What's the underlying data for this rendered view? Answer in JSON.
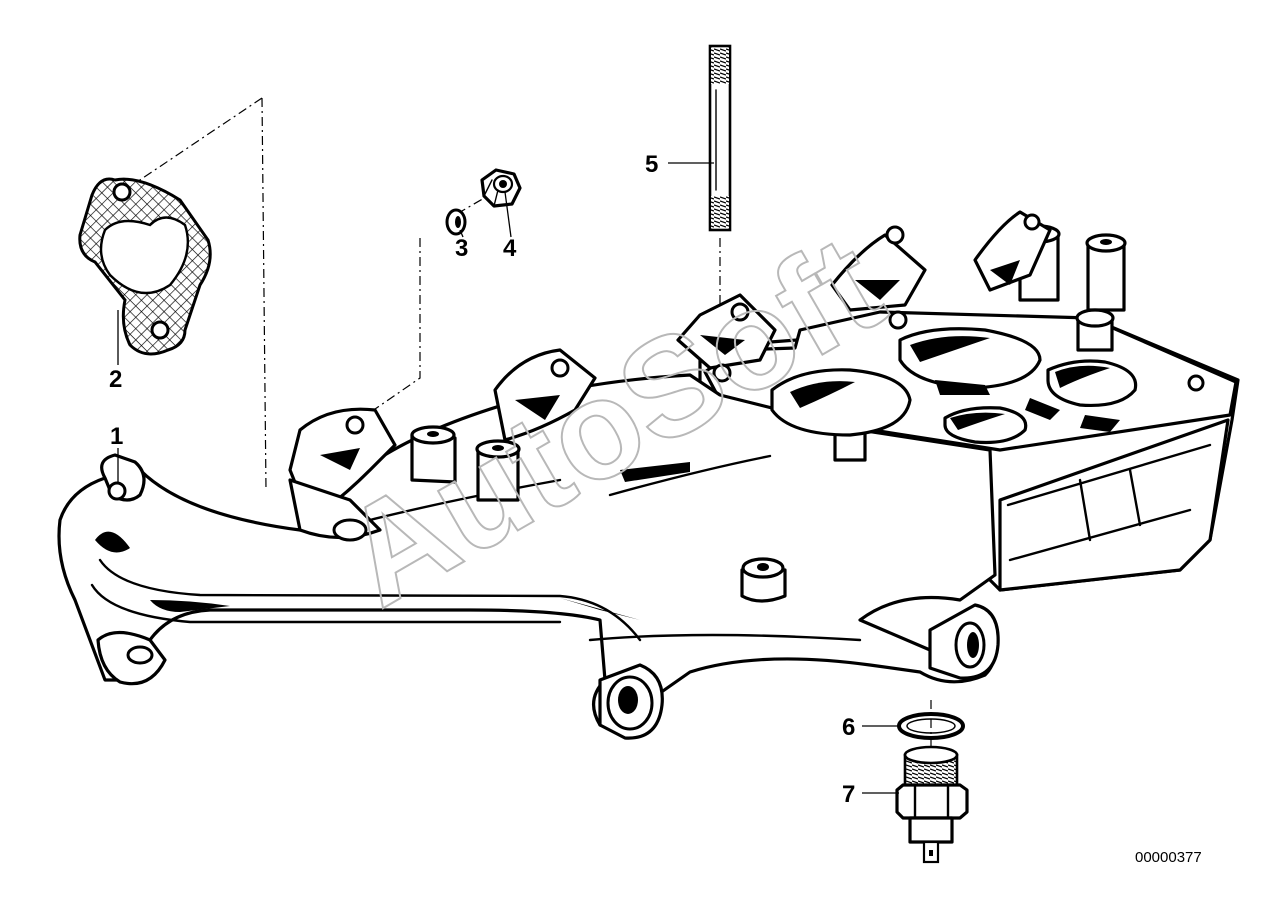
{
  "callouts": [
    {
      "id": "1",
      "label": "1"
    },
    {
      "id": "2",
      "label": "2"
    },
    {
      "id": "3",
      "label": "3"
    },
    {
      "id": "4",
      "label": "4"
    },
    {
      "id": "5",
      "label": "5"
    },
    {
      "id": "6",
      "label": "6"
    },
    {
      "id": "7",
      "label": "7"
    }
  ],
  "reference_code": "00000377",
  "watermark": "AutoSoft",
  "colors": {
    "line": "#000000",
    "background": "#ffffff",
    "watermark": "#b8b8b8"
  }
}
